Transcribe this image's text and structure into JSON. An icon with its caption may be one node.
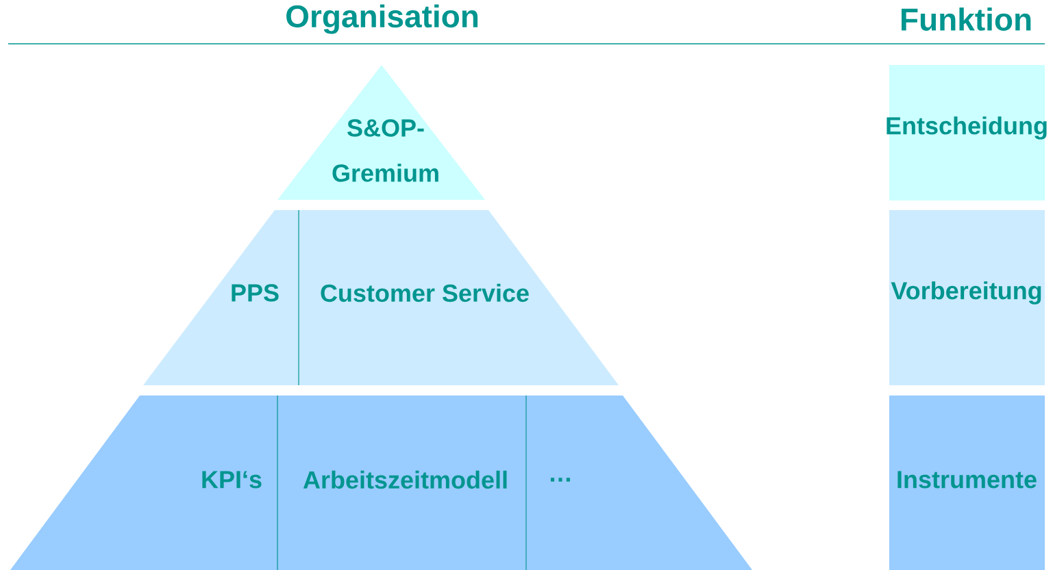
{
  "diagram": {
    "nodes": [
      {
        "text": [
          "S&OP- Gremium"
        ]
      },
      {
        "text": [
          "PPS",
          "Customer Service"
        ]
      },
      {
        "text": [
          "KPI‘s",
          "Arbeitszeitmodell",
          "…"
        ]
      },
      {
        "text": [
          "Entscheidung"
        ]
      },
      {
        "text": [
          "Vorbereitung"
        ]
      },
      {
        "text": [
          "Instrumente"
        ]
      }
    ],
    "labels": [
      "Organisation",
      "Funktion"
    ]
  }
}
